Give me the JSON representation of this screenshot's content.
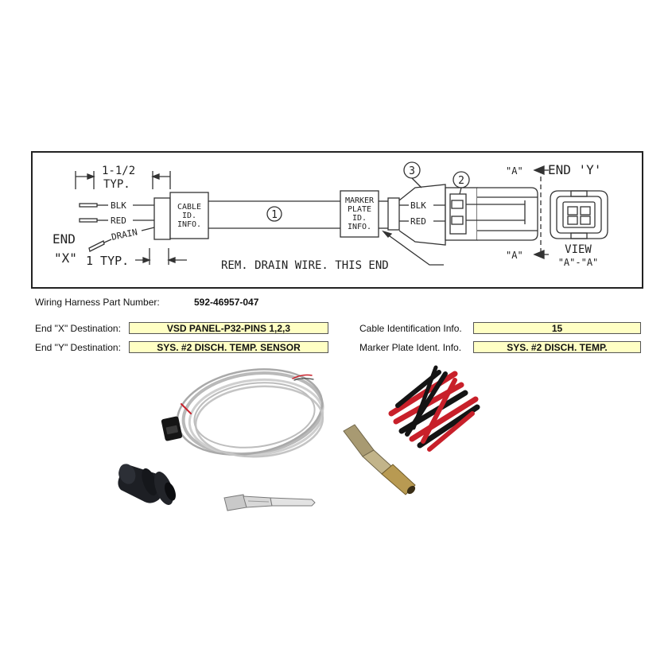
{
  "drawing": {
    "end_x_label": "END",
    "end_x_quoted": "\"X\"",
    "dim_top": "1-1/2",
    "dim_top_sub": "TYP.",
    "dim_bottom": "1 TYP.",
    "wire_blk": "BLK",
    "wire_red": "RED",
    "wire_drain": "DRAIN",
    "cable_id_lines": [
      "CABLE",
      "ID.",
      "INFO."
    ],
    "marker_plate_lines": [
      "MARKER",
      "PLATE",
      "ID.",
      "INFO."
    ],
    "callout_1": "1",
    "callout_2": "2",
    "callout_3": "3",
    "right_blk": "BLK",
    "right_red": "RED",
    "view_a_top": "\"A\"",
    "view_a_bottom": "\"A\"",
    "end_y_label": "END 'Y'",
    "view_label": "VIEW",
    "view_sub": "\"A\"-\"A\"",
    "rem_note": "REM. DRAIN WIRE. THIS END"
  },
  "harness": {
    "part_number_label": "Wiring Harness Part Number:",
    "part_number": "592-46957-047",
    "end_x_dest_label": "End \"X\" Destination:",
    "end_x_dest": "VSD PANEL-P32-PINS 1,2,3",
    "end_y_dest_label": "End \"Y\" Destination:",
    "end_y_dest": "SYS. #2 DISCH. TEMP. SENSOR",
    "cable_id_label": "Cable Identification Info.",
    "cable_id": "15",
    "marker_plate_label": "Marker Plate Ident. Info.",
    "marker_plate": "SYS. #2 DISCH. TEMP."
  },
  "colors": {
    "highlight": "#ffffc4",
    "wire_red": "#c8202a",
    "wire_black": "#141414"
  },
  "photos": [
    "cable-coil",
    "heat-shrink-tubing",
    "rubber-seal",
    "crimp-terminal-pin",
    "crimp-terminal-socket"
  ]
}
